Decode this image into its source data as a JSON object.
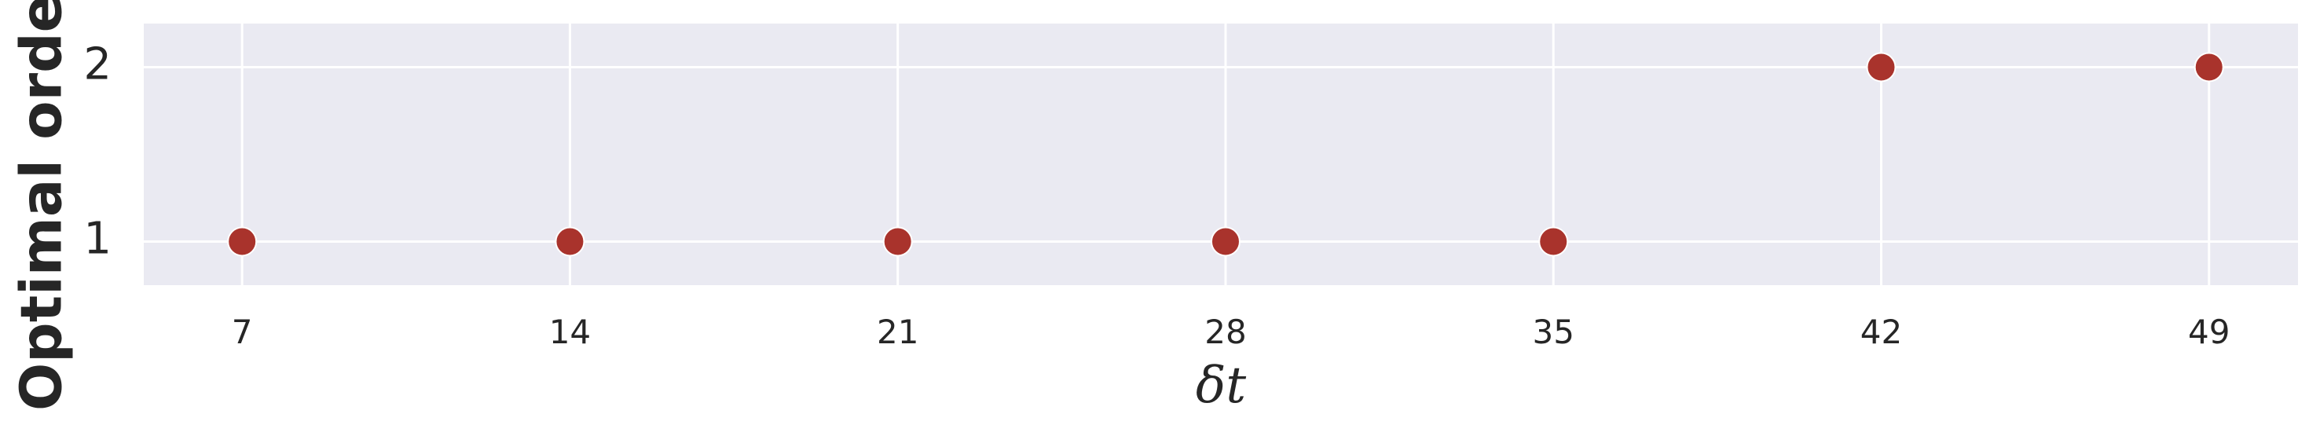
{
  "chart_data": {
    "type": "scatter",
    "title": "",
    "xlabel": "δt",
    "ylabel": "Optimal order",
    "x": [
      7,
      14,
      21,
      28,
      35,
      42,
      49
    ],
    "y": [
      1,
      1,
      1,
      1,
      1,
      2,
      2
    ],
    "x_ticks": [
      "7",
      "14",
      "21",
      "28",
      "35",
      "42",
      "49"
    ],
    "y_ticks": [
      "1",
      "2"
    ],
    "xlim": [
      4.9,
      50.9
    ],
    "ylim": [
      0.75,
      2.25
    ],
    "grid": true,
    "legend": "none",
    "colors": {
      "background": "#eaeaf2",
      "grid": "#ffffff",
      "marker": "#a9332c",
      "text": "#262626"
    }
  }
}
